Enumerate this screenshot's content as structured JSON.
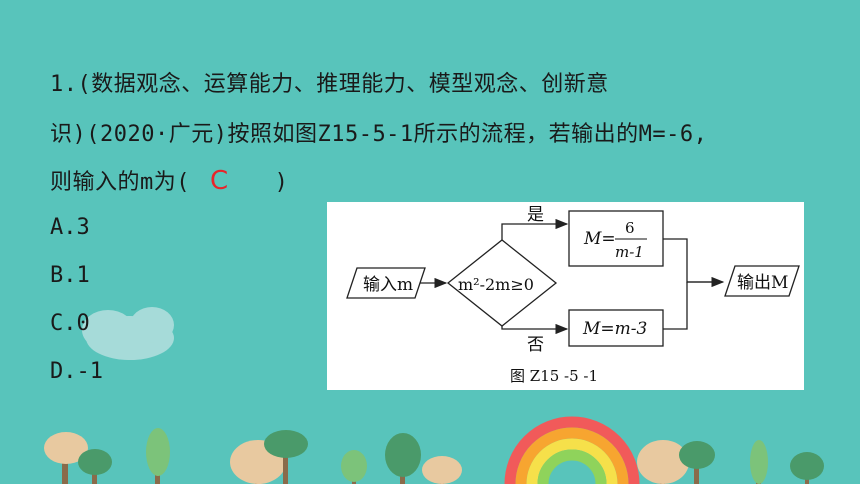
{
  "question": {
    "line1": "1.(数据观念、运算能力、推理能力、模型观念、创新意",
    "line2": "识)(2020·广元)按照如图Z15-5-1所示的流程，若输出的M=-6,",
    "line3_prefix": "则输入的m为(",
    "answer": "C",
    "line3_suffix": ")"
  },
  "options": [
    "A.3",
    "B.1",
    "C.0",
    "D.-1"
  ],
  "figure": {
    "input_label": "输入m",
    "condition": "m²-2m≥0",
    "yes_label": "是",
    "no_label": "否",
    "yes_box_lhs": "M=",
    "yes_box_num": "6",
    "yes_box_den": "m-1",
    "no_box": "M=m-3",
    "output_label": "输出M",
    "caption": "图 Z15 -5 -1"
  },
  "colors": {
    "background": "#58c4bb",
    "answer": "#e8242a"
  }
}
